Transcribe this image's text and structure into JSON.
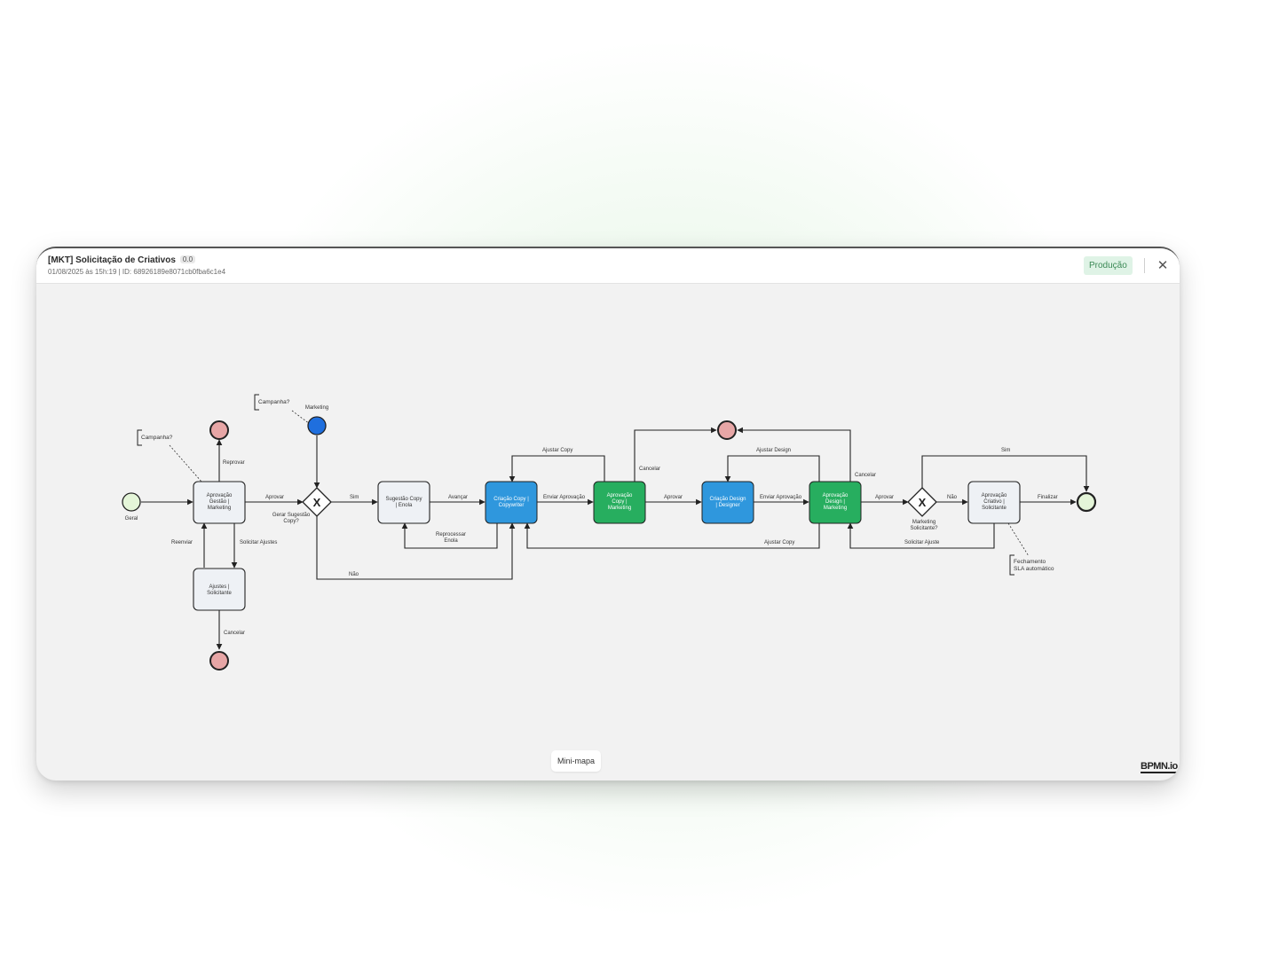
{
  "header": {
    "title": "[MKT] Solicitação de Criativos",
    "version": "0.0",
    "subtitle": "01/08/2025 às 15h:19 | ID: 68926189e8071cb0fba6c1e4",
    "environment": "Produção",
    "close_icon": "close-icon"
  },
  "colors": {
    "task_default": "#eef1f5",
    "task_blue": "#2f97dd",
    "task_green": "#27ae5f",
    "start_event": "#e4f5d8",
    "end_event": "#e7a6a6",
    "message_event": "#1f6fde",
    "env_badge_bg": "#dff3e6"
  },
  "diagram": {
    "events": {
      "start_label": "Geral",
      "message_label": "Marketing"
    },
    "tasks": {
      "aprovacao_gestao": [
        "Aprovação",
        "Gestão |",
        "Marketing"
      ],
      "ajustes_solicitante": [
        "Ajustes |",
        "Solicitante"
      ],
      "sugestao_copy": [
        "Sugestão Copy",
        "| Enola"
      ],
      "criacao_copy": [
        "Criação Copy |",
        "Copywriter"
      ],
      "aprovacao_copy": [
        "Aprovação",
        "Copy |",
        "Marketing"
      ],
      "criacao_design": [
        "Criação Design",
        "| Designer"
      ],
      "aprovacao_design": [
        "Aprovação",
        "Design |",
        "Marketing"
      ],
      "aprovacao_criativo": [
        "Aprovação",
        "Criativo |",
        "Solicitante"
      ]
    },
    "gateways": {
      "gateway1": [
        "Gerar Sugestão",
        "Copy?"
      ],
      "gateway2": [
        "Marketing",
        "Solicitante?"
      ]
    },
    "annotations": {
      "campanha_1": "Campanha?",
      "campanha_2": "Campanha?",
      "fechamento": [
        "Fechamento",
        "SLA automático"
      ]
    },
    "flows": {
      "aprovar": "Aprovar",
      "reprovar": "Reprovar",
      "solicitar_ajustes": "Solicitar Ajustes",
      "reenviar": "Reenviar",
      "cancelar_ajustes": "Cancelar",
      "sim": "Sim",
      "nao": "Não",
      "avancar": "Avançar",
      "reprocessar": [
        "Reprocessar",
        "Enola"
      ],
      "ajustar_copy_top": "Ajustar Copy",
      "enviar_aprovacao_1": "Enviar Aprovação",
      "cancelar_copy": "Cancelar",
      "aprovar_copy": "Aprovar",
      "ajustar_design": "Ajustar Design",
      "enviar_aprovacao_2": "Enviar Aprovação",
      "cancelar_design": "Cancelar",
      "ajustar_copy_bottom": "Ajustar Copy",
      "aprovar_design": "Aprovar",
      "nao_2": "Não",
      "sim_2": "Sim",
      "solicitar_ajuste": "Solicitar Ajuste",
      "finalizar": "Finalizar"
    }
  },
  "footer": {
    "minimap_label": "Mini-mapa",
    "logo_text": "BPMN.io"
  }
}
